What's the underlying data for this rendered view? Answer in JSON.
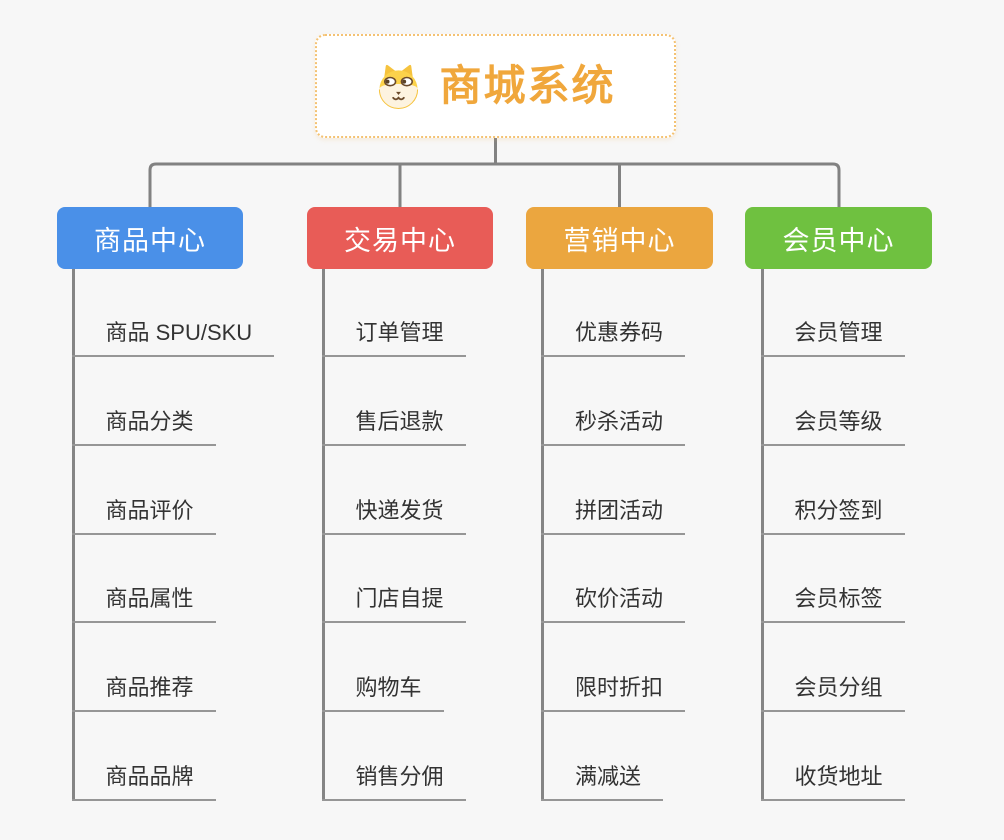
{
  "page": {
    "background_color": "#f7f7f7",
    "connector_color": "#828282",
    "underline_color": "#969696",
    "leaf_text_color": "#333333"
  },
  "root": {
    "title": "商城系统",
    "icon": "dog-face-icon",
    "title_color": "#f0a73c",
    "border_color": "#f4c273"
  },
  "branches": [
    {
      "label": "商品中心",
      "color": "#4a90e8",
      "items": [
        "商品 SPU/SKU",
        "商品分类",
        "商品评价",
        "商品属性",
        "商品推荐",
        "商品品牌"
      ]
    },
    {
      "label": "交易中心",
      "color": "#e85c57",
      "items": [
        "订单管理",
        "售后退款",
        "快递发货",
        "门店自提",
        "购物车",
        "销售分佣"
      ]
    },
    {
      "label": "营销中心",
      "color": "#eba63f",
      "items": [
        "优惠券码",
        "秒杀活动",
        "拼团活动",
        "砍价活动",
        "限时折扣",
        "满减送"
      ]
    },
    {
      "label": "会员中心",
      "color": "#6fc140",
      "items": [
        "会员管理",
        "会员等级",
        "积分签到",
        "会员标签",
        "会员分组",
        "收货地址"
      ]
    }
  ]
}
